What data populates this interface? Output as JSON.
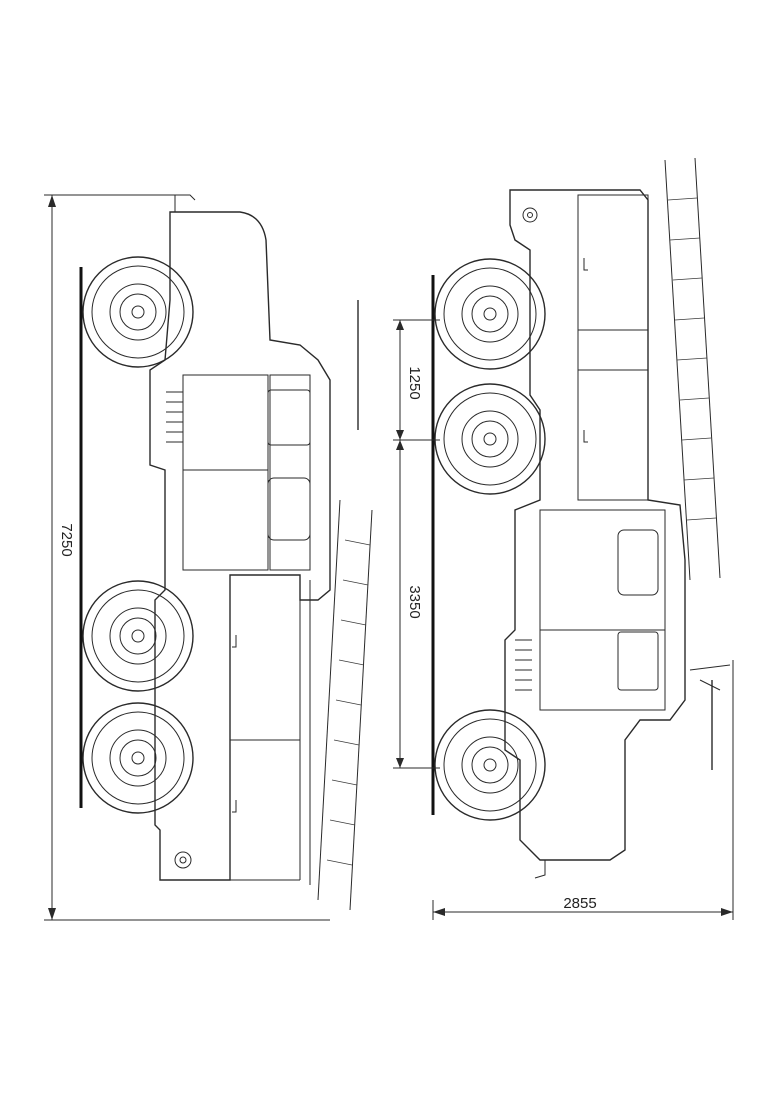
{
  "dimensions": {
    "overall_length": "7250",
    "rear_axle_spacing": "1250",
    "wheelbase": "3350",
    "overall_width": "2855"
  },
  "colors": {
    "ink": "#2a2a2a",
    "paper": "#ffffff"
  }
}
